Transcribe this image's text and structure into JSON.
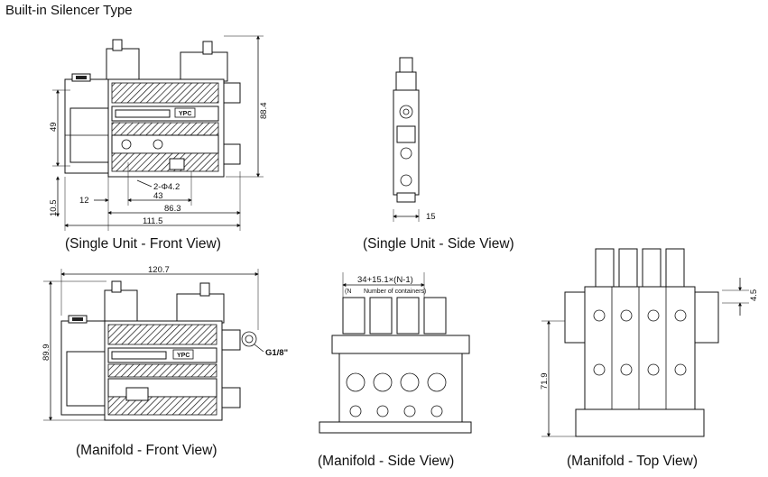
{
  "title": "Built-in Silencer Type",
  "captions": {
    "single_front": "(Single Unit - Front View)",
    "single_side": "(Single Unit - Side View)",
    "manifold_front": "(Manifold - Front View)",
    "manifold_side": "(Manifold - Side View)",
    "manifold_top": "(Manifold - Top View)"
  },
  "dimensions": {
    "sf_height_total": "88.4",
    "sf_height_49": "49",
    "sf_bottom": "10.5",
    "sf_12": "12",
    "sf_43": "43",
    "sf_86": "86.3",
    "sf_111": "111.5",
    "sf_hole": "2-Φ4.2",
    "ss_15": "15",
    "mf_width": "120.7",
    "mf_height": "89.9",
    "mf_port": "G1/8\"",
    "ms_formula": "34+15.1×(N-1)",
    "ms_n": "(N",
    "ms_n_desc": "Number of containers)",
    "mt_45": "4.5",
    "mt_719": "71.9"
  },
  "brand_mark": "YPC"
}
